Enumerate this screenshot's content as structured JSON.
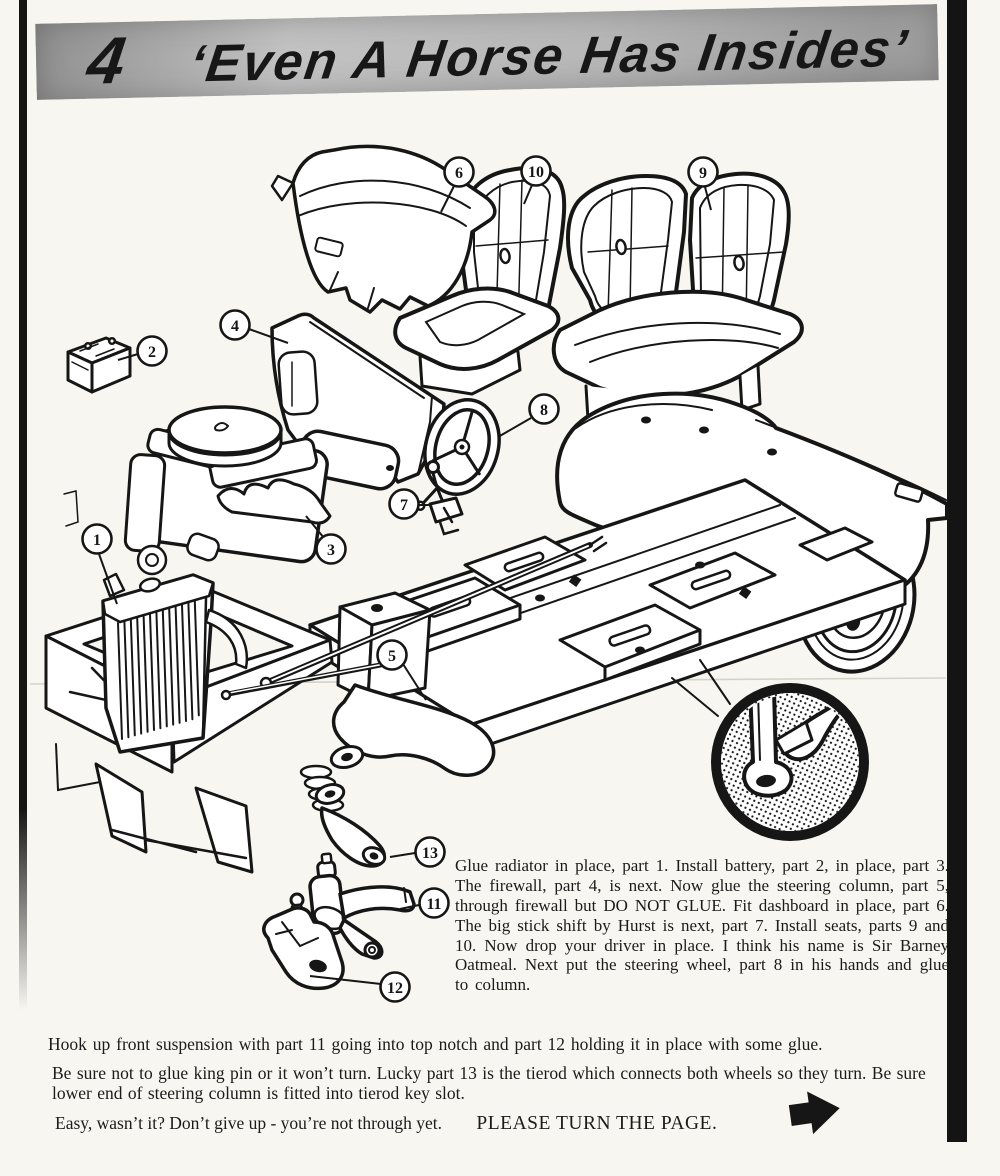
{
  "banner": {
    "step_number": "4",
    "title": "‘Even A Horse Has Insides’"
  },
  "instructions": {
    "main_paragraph": "Glue radiator in place, part 1. Install battery, part 2, in place, part 3. The firewall, part 4, is next. Now glue the steering column, part 5, through firewall but DO NOT GLUE.  Fit dashboard in place, part 6. The big stick shift by Hurst is next, part 7. Install seats, parts 9 and 10. Now drop your driver in place. I think his name is Sir Barney Oatmeal. Next put the steering wheel, part 8 in his hands and glue to column.",
    "suspension_note": "Hook up front suspension with part 11 going into top notch and part 12 holding it in place with some glue.",
    "kingpin_note": "Be sure not to glue king pin or it won’t turn. Lucky part 13 is the tierod which connects both wheels so they turn. Be sure lower end of steering column is fitted into tierod key slot.",
    "closing_line": "Easy, wasn’t it?  Don’t give up - you’re not through yet.",
    "turn_page_label": "PLEASE TURN THE PAGE."
  },
  "diagram": {
    "callouts": [
      {
        "n": "1",
        "part": "radiator"
      },
      {
        "n": "2",
        "part": "battery"
      },
      {
        "n": "3",
        "part": "engine"
      },
      {
        "n": "4",
        "part": "firewall"
      },
      {
        "n": "5",
        "part": "steering column"
      },
      {
        "n": "6",
        "part": "dashboard"
      },
      {
        "n": "7",
        "part": "stick shift"
      },
      {
        "n": "8",
        "part": "steering wheel"
      },
      {
        "n": "9",
        "part": "rear seat"
      },
      {
        "n": "10",
        "part": "front seat"
      },
      {
        "n": "11",
        "part": "front suspension kingpin"
      },
      {
        "n": "12",
        "part": "suspension retainer"
      },
      {
        "n": "13",
        "part": "tierod"
      }
    ]
  },
  "colors": {
    "paper": "#f7f6f1",
    "ink": "#161616",
    "banner_gray": "#b0b0b0"
  }
}
